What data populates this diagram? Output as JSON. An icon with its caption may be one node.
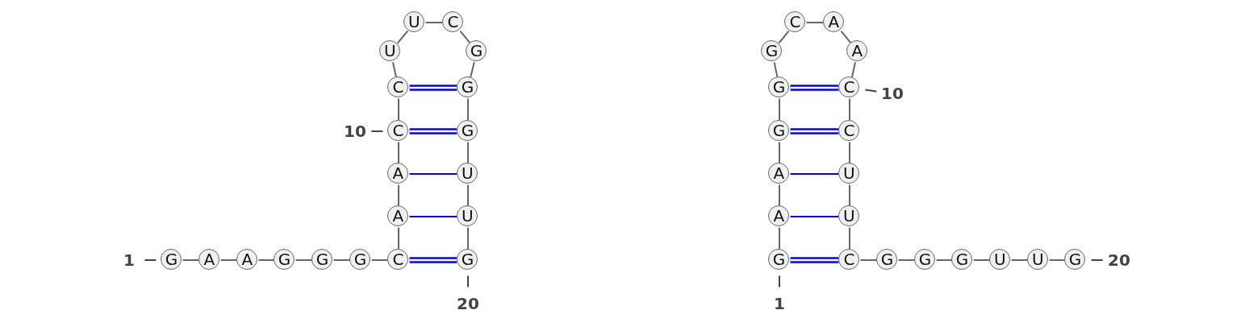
{
  "diagram": {
    "nodes": [
      {
        "text": [
          "G"
        ]
      },
      {
        "text": [
          "A"
        ]
      },
      {
        "text": [
          "A"
        ]
      },
      {
        "text": [
          "G"
        ]
      },
      {
        "text": [
          "G"
        ]
      },
      {
        "text": [
          "G"
        ]
      },
      {
        "text": [
          "C"
        ]
      },
      {
        "text": [
          "A"
        ]
      },
      {
        "text": [
          "A"
        ]
      },
      {
        "text": [
          "C"
        ]
      },
      {
        "text": [
          "C"
        ]
      },
      {
        "text": [
          "U"
        ]
      },
      {
        "text": [
          "U"
        ]
      },
      {
        "text": [
          "C"
        ]
      },
      {
        "text": [
          "G"
        ]
      },
      {
        "text": [
          "G"
        ]
      },
      {
        "text": [
          "G"
        ]
      },
      {
        "text": [
          "U"
        ]
      },
      {
        "text": [
          "U"
        ]
      },
      {
        "text": [
          "G"
        ]
      },
      {
        "text": [
          "G"
        ]
      },
      {
        "text": [
          "A"
        ]
      },
      {
        "text": [
          "A"
        ]
      },
      {
        "text": [
          "G"
        ]
      },
      {
        "text": [
          "G"
        ]
      },
      {
        "text": [
          "G"
        ]
      },
      {
        "text": [
          "C"
        ]
      },
      {
        "text": [
          "A"
        ]
      },
      {
        "text": [
          "A"
        ]
      },
      {
        "text": [
          "C"
        ]
      },
      {
        "text": [
          "C"
        ]
      },
      {
        "text": [
          "U"
        ]
      },
      {
        "text": [
          "U"
        ]
      },
      {
        "text": [
          "C"
        ]
      },
      {
        "text": [
          "G"
        ]
      },
      {
        "text": [
          "G"
        ]
      },
      {
        "text": [
          "G"
        ]
      },
      {
        "text": [
          "U"
        ]
      },
      {
        "text": [
          "U"
        ]
      },
      {
        "text": [
          "G"
        ]
      },
      {
        "text": [
          "1"
        ]
      },
      {
        "text": [
          "10"
        ]
      },
      {
        "text": [
          "20"
        ]
      },
      {
        "text": [
          "1"
        ]
      },
      {
        "text": [
          "10"
        ]
      },
      {
        "text": [
          "20"
        ]
      }
    ],
    "edges": [
      {
        "from": 0,
        "to": 1,
        "arrow": "none"
      },
      {
        "from": 1,
        "to": 2,
        "arrow": "none"
      },
      {
        "from": 2,
        "to": 3,
        "arrow": "none"
      },
      {
        "from": 3,
        "to": 4,
        "arrow": "none"
      },
      {
        "from": 4,
        "to": 5,
        "arrow": "none"
      },
      {
        "from": 5,
        "to": 6,
        "arrow": "none"
      },
      {
        "from": 6,
        "to": 7,
        "arrow": "none"
      },
      {
        "from": 7,
        "to": 8,
        "arrow": "none"
      },
      {
        "from": 8,
        "to": 9,
        "arrow": "none"
      },
      {
        "from": 9,
        "to": 10,
        "arrow": "none"
      },
      {
        "from": 10,
        "to": 11,
        "arrow": "none"
      },
      {
        "from": 11,
        "to": 12,
        "arrow": "none"
      },
      {
        "from": 12,
        "to": 13,
        "arrow": "none"
      },
      {
        "from": 13,
        "to": 14,
        "arrow": "none"
      },
      {
        "from": 14,
        "to": 15,
        "arrow": "none"
      },
      {
        "from": 15,
        "to": 16,
        "arrow": "none"
      },
      {
        "from": 16,
        "to": 17,
        "arrow": "none"
      },
      {
        "from": 17,
        "to": 18,
        "arrow": "none"
      },
      {
        "from": 18,
        "to": 19,
        "arrow": "none"
      },
      {
        "from": 6,
        "to": 19,
        "arrow": "none",
        "style": "thick",
        "color": "#0000ff"
      },
      {
        "from": 7,
        "to": 18,
        "arrow": "none",
        "color": "#0000ff"
      },
      {
        "from": 8,
        "to": 17,
        "arrow": "none",
        "color": "#0000ff"
      },
      {
        "from": 9,
        "to": 16,
        "arrow": "none",
        "style": "thick",
        "color": "#0000ff"
      },
      {
        "from": 10,
        "to": 15,
        "arrow": "none",
        "style": "thick",
        "color": "#0000ff"
      },
      {
        "from": 20,
        "to": 21,
        "arrow": "none"
      },
      {
        "from": 21,
        "to": 22,
        "arrow": "none"
      },
      {
        "from": 22,
        "to": 23,
        "arrow": "none"
      },
      {
        "from": 23,
        "to": 24,
        "arrow": "none"
      },
      {
        "from": 24,
        "to": 25,
        "arrow": "none"
      },
      {
        "from": 25,
        "to": 26,
        "arrow": "none"
      },
      {
        "from": 26,
        "to": 27,
        "arrow": "none"
      },
      {
        "from": 27,
        "to": 28,
        "arrow": "none"
      },
      {
        "from": 28,
        "to": 29,
        "arrow": "none"
      },
      {
        "from": 29,
        "to": 30,
        "arrow": "none"
      },
      {
        "from": 30,
        "to": 31,
        "arrow": "none"
      },
      {
        "from": 31,
        "to": 32,
        "arrow": "none"
      },
      {
        "from": 32,
        "to": 33,
        "arrow": "none"
      },
      {
        "from": 33,
        "to": 34,
        "arrow": "none"
      },
      {
        "from": 34,
        "to": 35,
        "arrow": "none"
      },
      {
        "from": 35,
        "to": 36,
        "arrow": "none"
      },
      {
        "from": 36,
        "to": 37,
        "arrow": "none"
      },
      {
        "from": 37,
        "to": 38,
        "arrow": "none"
      },
      {
        "from": 38,
        "to": 39,
        "arrow": "none"
      },
      {
        "from": 20,
        "to": 33,
        "arrow": "none",
        "style": "thick",
        "color": "#0000ff"
      },
      {
        "from": 21,
        "to": 32,
        "arrow": "none",
        "color": "#0000ff"
      },
      {
        "from": 22,
        "to": 31,
        "arrow": "none",
        "color": "#0000ff"
      },
      {
        "from": 23,
        "to": 30,
        "arrow": "none",
        "style": "thick",
        "color": "#0000ff"
      },
      {
        "from": 24,
        "to": 29,
        "arrow": "none",
        "style": "thick",
        "color": "#0000ff"
      },
      {
        "from": 40,
        "to": 0,
        "arrow": "none",
        "color": "#444444"
      },
      {
        "from": 41,
        "to": 9,
        "arrow": "none",
        "color": "#444444"
      },
      {
        "from": 42,
        "to": 19,
        "arrow": "none",
        "color": "#444444"
      },
      {
        "from": 43,
        "to": 20,
        "arrow": "none",
        "color": "#444444"
      },
      {
        "from": 44,
        "to": 29,
        "arrow": "none",
        "color": "#444444"
      },
      {
        "from": 45,
        "to": 39,
        "arrow": "none",
        "color": "#444444"
      }
    ]
  }
}
